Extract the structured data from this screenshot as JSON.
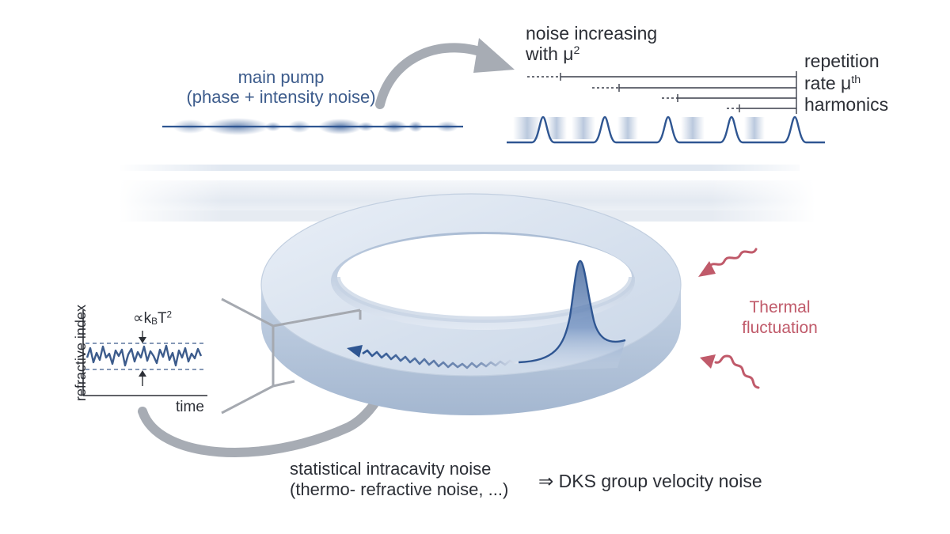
{
  "labels": {
    "main_pump_line1": "main pump",
    "main_pump_line2": "(phase + intensity noise)",
    "noise_increasing_line1": "noise increasing",
    "noise_increasing_line2": "with μ",
    "noise_increasing_sup": "2",
    "repetition_line1": "repetition",
    "repetition_line2": "rate μ",
    "repetition_sup": "th",
    "repetition_line3": "harmonics",
    "thermal_line1": "Thermal",
    "thermal_line2": "fluctuation",
    "refractive_index_axis": "refractive index",
    "time_axis": "time",
    "kbt_prefix": "∝k",
    "kbt_sub": "B",
    "kbt_suffix": "T",
    "kbt_sup": "2",
    "intracavity_line1": "statistical intracavity noise",
    "intracavity_line2": "(thermo- refractive noise, ...)",
    "dks_noise": "⇒ DKS group velocity noise"
  },
  "colors": {
    "text_dark": "#2c2f36",
    "text_blue": "#3d5c8c",
    "accent_red": "#c05a6a",
    "ring_light": "#dbe4f0",
    "ring_mid": "#a9bbd3",
    "pulse_blue": "#2f5692",
    "arrow_gray": "#a7acb4"
  }
}
